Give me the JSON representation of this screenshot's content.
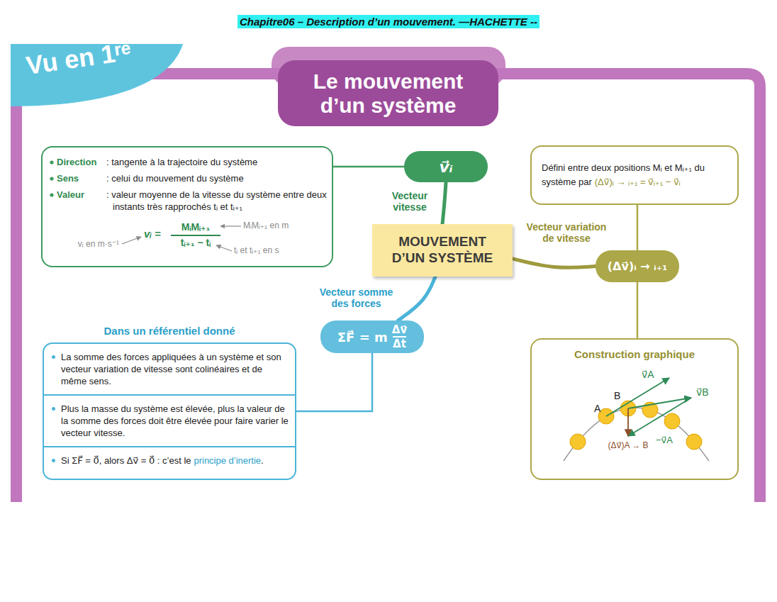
{
  "diagram": {
    "title": "Chapitre06 – Description d’un mouvement. —HACHETTE --",
    "nodes": [
      {
        "text": [
          "Vu en 1ʳᵉ"
        ]
      },
      {
        "text": [
          "Le mouvement d’un système"
        ]
      },
      {
        "text": [
          "Direction",
          ": tangente à la trajectoire du système",
          "Sens",
          ": celui du mouvement du système",
          "Valeur",
          ": valeur moyenne de la vitesse du système entre deux instants très rapprochés tᵢ et tᵢ₊₁",
          "vᵢ =",
          "MᵢMᵢ₊₁",
          "tᵢ₊₁ − tᵢ",
          "vᵢ en m·s⁻¹",
          "MᵢMᵢ₊₁ en m",
          "tᵢ et tᵢ₊₁ en s"
        ]
      },
      {
        "text": [
          "v⃗ᵢ"
        ]
      },
      {
        "text": [
          "Défini entre deux positions Mᵢ et Mᵢ₊₁ du système par",
          "(Δv⃗)ᵢ → ᵢ₊₁ = v⃗ᵢ₊₁ − v⃗ᵢ"
        ]
      },
      {
        "text": [
          "MOUVEMENT D’UN SYSTÈME"
        ]
      },
      {
        "text": [
          "(Δv⃗)ᵢ → ᵢ₊₁"
        ]
      },
      {
        "text": [
          "ΣF⃗ = m",
          "Δv⃗",
          "Δt"
        ]
      },
      {
        "text": [
          "Dans un référentiel donné",
          "La somme des forces appliquées à un système et son vecteur variation de vitesse sont colinéaires et de même sens.",
          "Plus la masse du système est élevée, plus la valeur de la somme des forces doit être élevée pour faire varier le vecteur vitesse.",
          "Si ΣF⃗ = 0⃗, alors Δv⃗ = 0⃗ : c’est le",
          "principe d’inertie",
          "."
        ]
      },
      {
        "text": [
          "Construction graphique",
          "A",
          "B",
          "v⃗A",
          "v⃗B",
          "−v⃗A",
          "(Δv⃗)A → B"
        ]
      }
    ],
    "edges": [
      {
        "from": 5,
        "to": 3,
        "arrow": "none",
        "label": "Vecteur vitesse"
      },
      {
        "from": 3,
        "to": 2,
        "arrow": "none"
      },
      {
        "from": 5,
        "to": 6,
        "arrow": "none",
        "label": "Vecteur variation de vitesse"
      },
      {
        "from": 6,
        "to": 4,
        "arrow": "none"
      },
      {
        "from": 6,
        "to": 9,
        "arrow": "none"
      },
      {
        "from": 5,
        "to": 7,
        "arrow": "none",
        "label": "Vecteur somme des forces"
      },
      {
        "from": 7,
        "to": 8,
        "arrow": "none"
      }
    ]
  }
}
